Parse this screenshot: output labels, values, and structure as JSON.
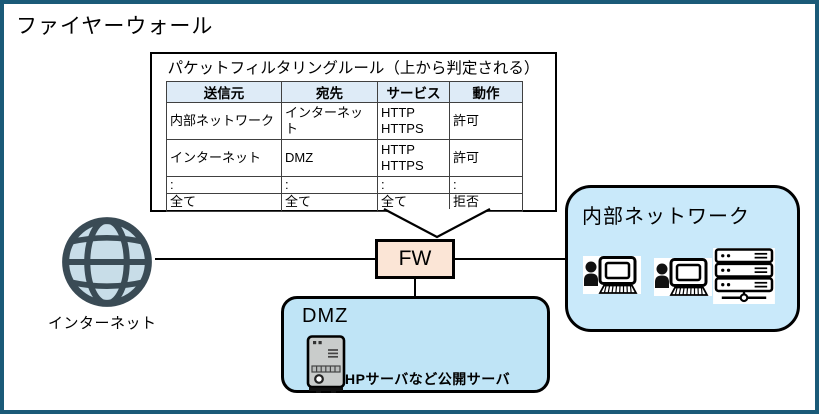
{
  "page": {
    "title": "ファイヤーウォール"
  },
  "rules_panel": {
    "title": "パケットフィルタリングルール（上から判定される）",
    "table": {
      "headers": [
        "送信元",
        "宛先",
        "サービス",
        "動作"
      ],
      "rows": [
        [
          "内部ネットワーク",
          "インターネット",
          "HTTP\nHTTPS",
          "許可"
        ],
        [
          "インターネット",
          "DMZ",
          "HTTP\nHTTPS",
          "許可"
        ],
        [
          ":",
          ":",
          ":",
          ":"
        ],
        [
          "全て",
          "全て",
          "全て",
          "拒否"
        ]
      ]
    }
  },
  "nodes": {
    "internet": {
      "label": "インターネット",
      "icon": "globe-icon"
    },
    "firewall": {
      "label": "FW"
    },
    "dmz": {
      "label": "DMZ",
      "caption": "HPサーバなど公開サーバ",
      "icon": "server-tower-icon"
    },
    "internal": {
      "label": "内部ネットワーク",
      "icons": [
        "user-computer-icon",
        "user-computer-icon",
        "server-rack-icon"
      ]
    }
  },
  "colors": {
    "frame_border": "#1A5A78",
    "zone_fill_dmz": "#BFE4F6",
    "zone_fill_internal": "#C9E9FA",
    "firewall_fill": "#FBE5D6",
    "table_header_fill": "#DEEBF7",
    "globe_fill": "#C8DDE8",
    "globe_stroke": "#3A4B55",
    "line_color": "#000000"
  }
}
